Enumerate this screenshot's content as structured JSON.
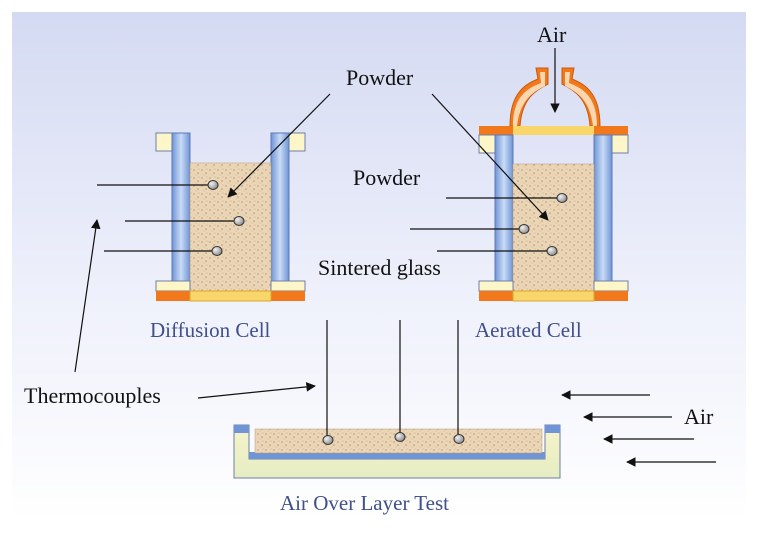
{
  "labels": {
    "powder_top": "Powder",
    "powder_mid": "Powder",
    "air_top": "Air",
    "sintered_glass": "Sintered glass",
    "diffusion_cell": "Diffusion Cell",
    "aerated_cell": "Aerated Cell",
    "thermocouples": "Thermocouples",
    "air_right": "Air",
    "air_over_layer_test": "Air Over Layer Test"
  },
  "colors": {
    "background_top": "#d7dcf3",
    "background_bottom": "#ffffff",
    "glass_wall": "#8fb1e4",
    "flange": "#fdf6c8",
    "orange": "#f2781c",
    "sintered": "#f8d66a",
    "powder": "#ead7b9",
    "text_label": "#111111",
    "text_caption": "#3f4f8a"
  }
}
